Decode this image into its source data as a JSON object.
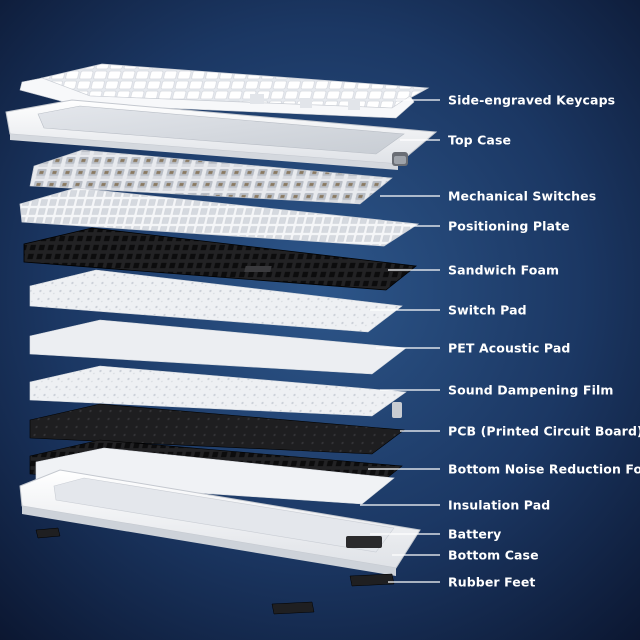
{
  "colors": {
    "bg_light": "#274a78",
    "bg_dark": "#0d1a34",
    "white_part": "#f4f5f7",
    "black_part": "#1c1c1e",
    "film": "#e9ecf1",
    "line": "#ffffff"
  },
  "labels": [
    {
      "id": "keycaps",
      "text": "Side-engraved Keycaps"
    },
    {
      "id": "top-case",
      "text": "Top Case"
    },
    {
      "id": "switches",
      "text": "Mechanical Switches"
    },
    {
      "id": "plate",
      "text": "Positioning Plate"
    },
    {
      "id": "sandwich-foam",
      "text": "Sandwich Foam"
    },
    {
      "id": "switch-pad",
      "text": "Switch Pad"
    },
    {
      "id": "pet-pad",
      "text": "PET Acoustic Pad"
    },
    {
      "id": "damp-film",
      "text": "Sound Dampening Film"
    },
    {
      "id": "pcb",
      "text": "PCB (Printed Circuit Board)"
    },
    {
      "id": "bottom-foam",
      "text": "Bottom Noise Reduction Foam"
    },
    {
      "id": "insulation",
      "text": "Insulation Pad"
    },
    {
      "id": "battery",
      "text": "Battery"
    },
    {
      "id": "bottom-case",
      "text": "Bottom Case"
    },
    {
      "id": "feet",
      "text": "Rubber Feet"
    }
  ]
}
